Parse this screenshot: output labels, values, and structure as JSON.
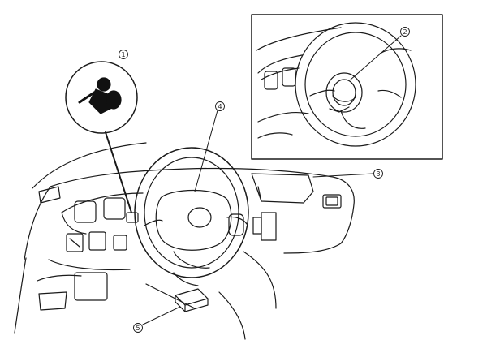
{
  "callouts": [
    {
      "id": "1",
      "label": "1",
      "target": "airbag-warning-light"
    },
    {
      "id": "2",
      "label": "2",
      "target": "driver-airbag-module"
    },
    {
      "id": "3",
      "label": "3",
      "target": "passenger-airbag-module"
    },
    {
      "id": "4",
      "label": "4",
      "target": "steering-wheel"
    },
    {
      "id": "5",
      "label": "5",
      "target": "srs-control-unit"
    }
  ],
  "warning_icon": {
    "name": "airbag-warning-icon"
  },
  "colors": {
    "line": "#1a1a1a",
    "background": "#ffffff"
  }
}
